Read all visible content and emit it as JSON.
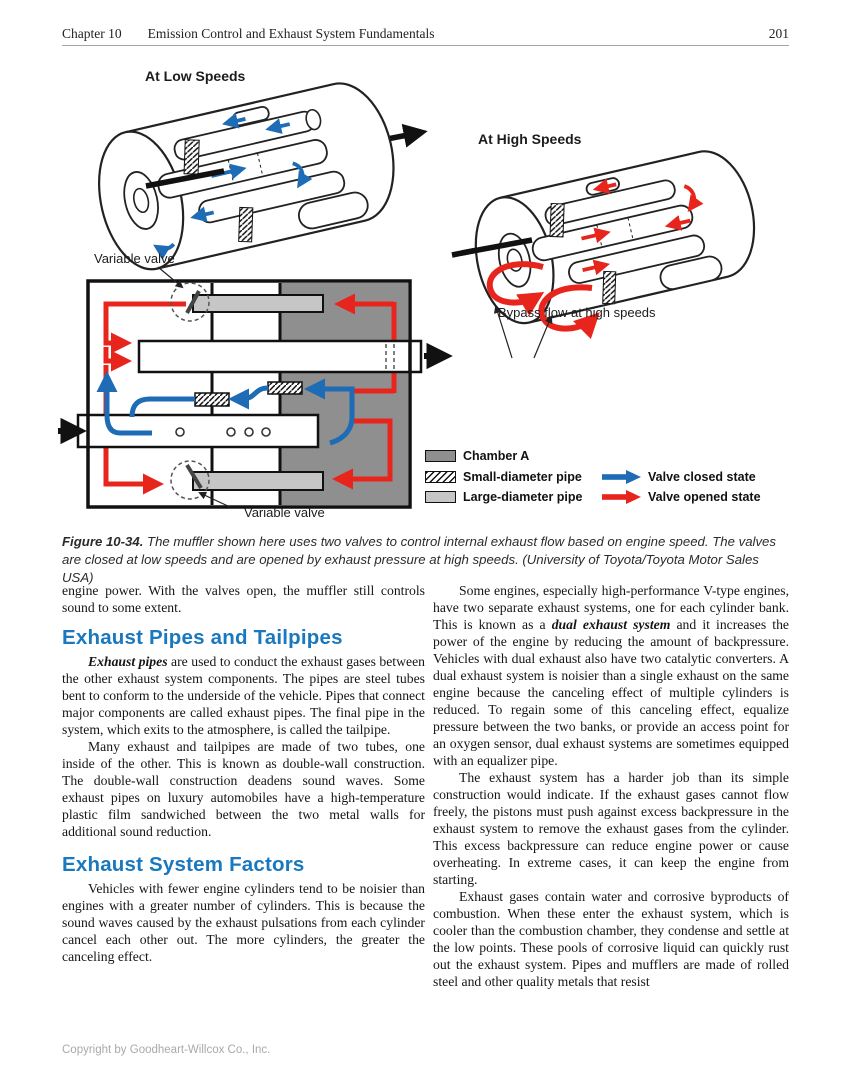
{
  "header": {
    "chapter": "Chapter 10",
    "title": "Emission Control and Exhaust System Fundamentals",
    "page_number": "201"
  },
  "figure": {
    "low_speed_label": "At Low Speeds",
    "high_speed_label": "At High Speeds",
    "variable_valve_top_label": "Variable valve",
    "variable_valve_bottom_label": "Variable valve",
    "bypass_label": "Bypass flow at high speeds",
    "legend": {
      "chamber_a": "Chamber A",
      "small_pipe": "Small-diameter pipe",
      "large_pipe": "Large-diameter pipe",
      "valve_closed": "Valve closed state",
      "valve_opened": "Valve opened state"
    },
    "caption_label": "Figure 10-34.",
    "caption_text": " The muffler shown here uses two valves to control internal exhaust flow based on engine speed. The valves are closed at low speeds and are opened by exhaust pressure at high speeds. (University of Toyota/Toyota Motor Sales USA)"
  },
  "content": {
    "left": {
      "continued": "engine power. With the valves open, the muffler still controls sound to some extent.",
      "heading_pipes": "Exhaust Pipes and Tailpipes",
      "p1_lead": "Exhaust pipes",
      "p1_rest": " are used to conduct the exhaust gases between the other exhaust system components. The pipes are steel tubes bent to conform to the underside of the vehicle. Pipes that connect major components are called exhaust pipes. The final pipe in the system, which exits to the atmosphere, is called the tailpipe.",
      "p2": "Many exhaust and tailpipes are made of two tubes, one inside of the other. This is known as double-wall construction. The double-wall construction deadens sound waves. Some exhaust pipes on luxury automobiles have a high-temperature plastic film sandwiched between the two metal walls for additional sound reduction.",
      "heading_factors": "Exhaust System Factors",
      "p3": "Vehicles with fewer engine cylinders tend to be noisier than engines with a greater number of cylinders. This is because the sound waves caused by the exhaust pulsations from each cylinder cancel each other out. The more cylinders, the greater the canceling effect."
    },
    "right": {
      "p1_a": "Some engines, especially high-performance V-type engines, have two separate exhaust systems, one for each cylinder bank. This is known as a ",
      "p1_term": "dual exhaust system",
      "p1_b": " and it increases the power of the engine by reducing the amount of backpressure. Vehicles with dual exhaust also have two catalytic converters. A dual exhaust system is noisier than a single exhaust on the same engine because the canceling effect of multiple cylinders is reduced. To regain some of this canceling effect, equalize pressure between the two banks, or provide an access point for an oxygen sensor, dual exhaust systems are sometimes equipped with an equalizer pipe.",
      "p2": "The exhaust system has a harder job than its simple construction would indicate. If the exhaust gases cannot flow freely, the pistons must push against excess backpressure in the exhaust system to remove the exhaust gases from the cylinder. This excess backpressure can reduce engine power or cause overheating. In extreme cases, it can keep the engine from starting.",
      "p3": "Exhaust gases contain water and corrosive byproducts of combustion. When these enter the exhaust system, which is cooler than the combustion chamber, they condense and settle at the low points. These pools of corrosive liquid can quickly rust out the exhaust system. Pipes and mufflers are made of rolled steel and other quality metals that resist"
    }
  },
  "footer": {
    "copyright": "Copyright by Goodheart-Willcox Co., Inc."
  },
  "colors": {
    "heading_blue": "#1a78bf",
    "flow_red": "#e8251d",
    "flow_blue": "#1e6cb5",
    "chamber_gray": "#8f8f8f",
    "pipe_gray": "#c6c6c6"
  }
}
